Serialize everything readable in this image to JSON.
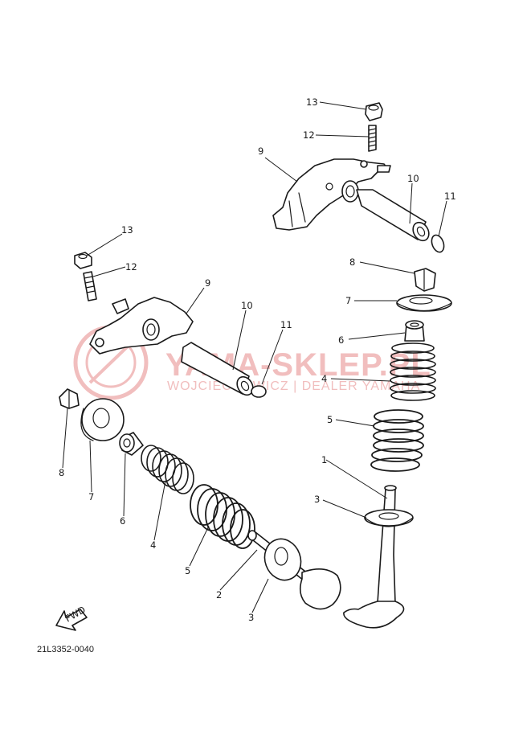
{
  "watermark": {
    "title": "YAMA-SKLEP.PL",
    "subtitle": "WOJCIECHOWICZ | DEALER YAMAHA",
    "color": "#f0b8b8"
  },
  "drawing_code": "21L3352-0040",
  "fwd_label": "FWD",
  "callouts": {
    "c1": "1",
    "c2": "2",
    "c3": "3",
    "c3b": "3",
    "c4": "4",
    "c4b": "4",
    "c5": "5",
    "c5b": "5",
    "c6": "6",
    "c6b": "6",
    "c7": "7",
    "c7b": "7",
    "c8": "8",
    "c8b": "8",
    "c9": "9",
    "c9b": "9",
    "c10": "10",
    "c10b": "10",
    "c11": "11",
    "c11b": "11",
    "c12": "12",
    "c12b": "12",
    "c13": "13",
    "c13b": "13"
  }
}
